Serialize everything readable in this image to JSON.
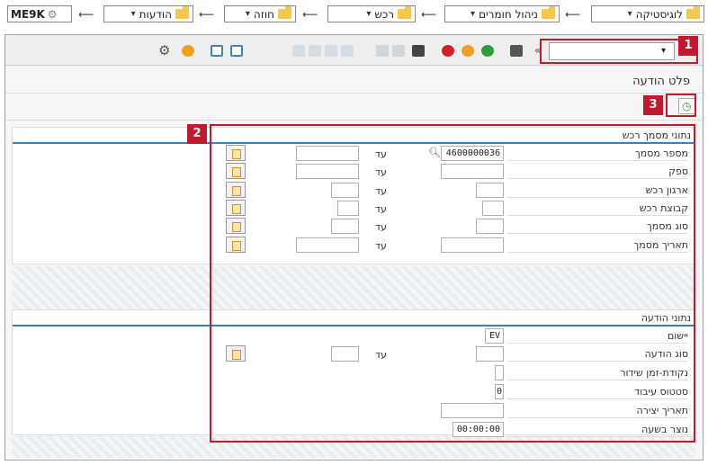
{
  "breadcrumb": {
    "items": [
      "לוגיסטיקה",
      "ניהול חומרים",
      "רכש",
      "חוזה",
      "הודעות"
    ],
    "tcode": "ME9K"
  },
  "window": {
    "title": "פלט הודעה",
    "command_field": ""
  },
  "section_contract": {
    "header": "נתוני מסמך רכש",
    "to_label": "עד",
    "rows": [
      {
        "label": "מספר מסמך",
        "value": "4600000036"
      },
      {
        "label": "ספק",
        "value": ""
      },
      {
        "label": "ארגון רכש",
        "value": ""
      },
      {
        "label": "קבוצת רכש",
        "value": ""
      },
      {
        "label": "סוג מסמך",
        "value": ""
      },
      {
        "label": "תאריך מסמך",
        "value": ""
      }
    ]
  },
  "section_message": {
    "header": "נתוני הודעה",
    "to_label": "עד",
    "rows": [
      {
        "label": "יישום",
        "value": "EV"
      },
      {
        "label": "סוג הודעה",
        "value": ""
      },
      {
        "label": "נקודת-זמן שידור",
        "value": ""
      },
      {
        "label": "סטטוס עיבוד",
        "value": "0"
      },
      {
        "label": "תאריך יצירה",
        "value": ""
      },
      {
        "label": "נוצר בשעה",
        "value": "00:00:00"
      }
    ]
  },
  "callouts": [
    "1",
    "2",
    "3"
  ],
  "icons": [
    "gear-icon",
    "folder-icon",
    "save-icon",
    "back-icon",
    "exit-icon",
    "cancel-icon",
    "print-icon",
    "find-icon",
    "help-icon",
    "execute-icon",
    "multiple-selection-icon"
  ]
}
